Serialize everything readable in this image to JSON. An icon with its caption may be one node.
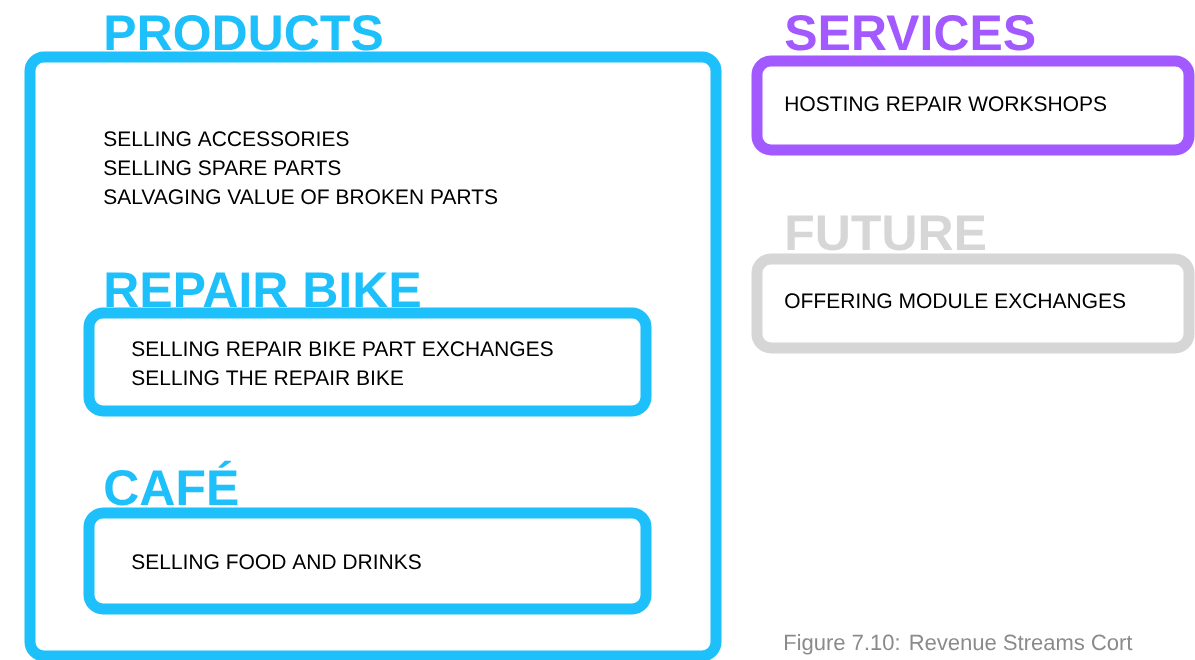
{
  "diagram": {
    "nodes": [
      {
        "text": [
          "PRODUCTS",
          "SELLING ACCESSORIES",
          "SELLING SPARE PARTS",
          "SALVAGING VALUE OF BROKEN PARTS"
        ]
      },
      {
        "text": [
          "REPAIR BIKE",
          "SELLING REPAIR BIKE PART EXCHANGES",
          "SELLING THE REPAIR BIKE"
        ],
        "in": 0
      },
      {
        "text": [
          "CAFÉ",
          "SELLING FOOD AND DRINKS"
        ],
        "in": 0
      },
      {
        "text": [
          "SERVICES",
          "HOSTING REPAIR WORKSHOPS"
        ]
      },
      {
        "text": [
          "FUTURE",
          "OFFERING MODULE EXCHANGES"
        ]
      }
    ],
    "caption": "Figure 7.10: Revenue Streams Cort"
  }
}
